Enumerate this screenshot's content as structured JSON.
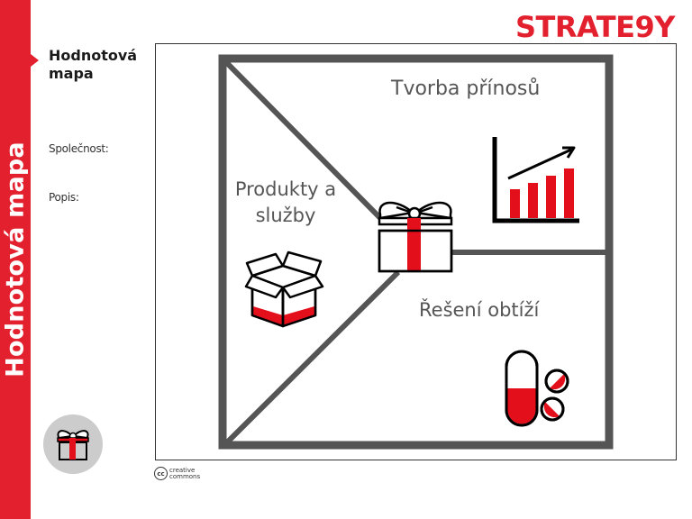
{
  "sidebar": {
    "vertical_title": "Hodnotová mapa",
    "color": "#e3202e"
  },
  "header": {
    "title": "Hodnotová mapa",
    "title_line1": "Hodnotová",
    "title_line2": "mapa",
    "logo": "STRATE9Y"
  },
  "fields": [
    {
      "label": "Společnost:"
    },
    {
      "label": "Popis:"
    }
  ],
  "canvas": {
    "sections": {
      "gain_creators": "Tvorba přínosů",
      "products_services_line1": "Produkty a",
      "products_services_line2": "služby",
      "pain_relievers": "Řešení obtíží"
    },
    "icons": [
      "gift-icon",
      "open-box-icon",
      "bar-chart-growth-icon",
      "pills-icon"
    ]
  },
  "footer": {
    "license_line1": "creative",
    "license_line2": "commons",
    "license_symbol": "cc"
  },
  "colors": {
    "accent": "#e3202e",
    "frame_gray": "#555555",
    "text_dark": "#1a1a1a"
  }
}
